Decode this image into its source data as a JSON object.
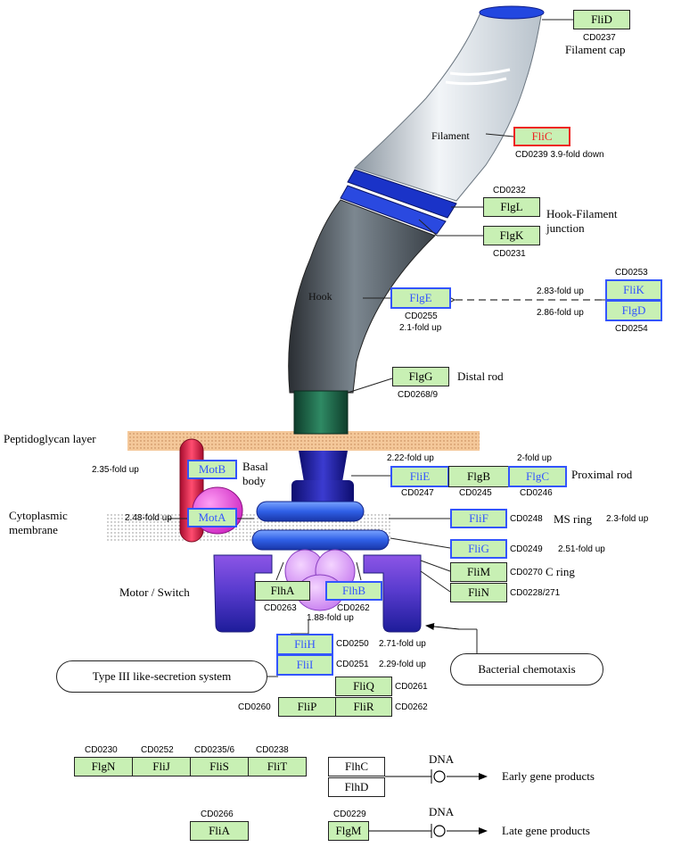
{
  "genes": {
    "flid": "FliD",
    "flic": "FliC",
    "flgl": "FlgL",
    "flgk": "FlgK",
    "flge": "FlgE",
    "flik": "FliK",
    "flgd": "FlgD",
    "flgg": "FlgG",
    "motb": "MotB",
    "mota": "MotA",
    "flie": "FliE",
    "flgb": "FlgB",
    "flgc": "FlgC",
    "flif": "FliF",
    "flig": "FliG",
    "flim": "FliM",
    "flin": "FliN",
    "flha": "FlhA",
    "flhb": "FlhB",
    "flih": "FliH",
    "flii": "FliI",
    "fliq": "FliQ",
    "flip": "FliP",
    "flir": "FliR",
    "flgn": "FlgN",
    "flij": "FliJ",
    "flis": "FliS",
    "flit": "FliT",
    "flhc": "FlhC",
    "flhd": "FlhD",
    "flia": "FliA",
    "flgm": "FlgM"
  },
  "codes": {
    "flid": "CD0237",
    "flic": "CD0239 3.9-fold down",
    "flgl": "CD0232",
    "flgk": "CD0231",
    "flik": "CD0253",
    "flgd": "CD0254",
    "flge": "CD0255",
    "flgg": "CD0268/9",
    "flie": "CD0247",
    "flgb": "CD0245",
    "flgc": "CD0246",
    "flif": "CD0248",
    "flig": "CD0249",
    "flim": "CD0270",
    "flin": "CD0228/271",
    "flha": "CD0263",
    "flhb": "CD0262",
    "flih": "CD0250",
    "flii": "CD0251",
    "fliq": "CD0261",
    "flip": "CD0260",
    "flir": "CD0262",
    "flgn": "CD0230",
    "flij": "CD0252",
    "flis": "CD0235/6",
    "flit": "CD0238",
    "flia": "CD0266",
    "flgm": "CD0229"
  },
  "folds": {
    "flik": "2.83-fold up",
    "flgd": "2.86-fold up",
    "flge": "2.1-fold up",
    "motb": "2.35-fold up",
    "mota": "2.48-fold up",
    "flie": "2.22-fold up",
    "flgc": "2-fold up",
    "flif": "2.3-fold up",
    "flig": "2.51-fold up",
    "flhb": "1.88-fold up",
    "flih": "2.71-fold up",
    "flii": "2.29-fold up"
  },
  "labels": {
    "filament_cap": "Filament cap",
    "filament": "Filament",
    "hook_filament_1": "Hook-Filament",
    "hook_filament_2": "junction",
    "hook": "Hook",
    "distal_rod": "Distal rod",
    "peptidoglycan": "Peptidoglycan layer",
    "basal_1": "Basal",
    "basal_2": "body",
    "proximal_rod": "Proximal rod",
    "cyto_1": "Cytoplasmic",
    "cyto_2": "membrane",
    "ms_ring": "MS ring",
    "c_ring": "C ring",
    "motor_switch": "Motor / Switch",
    "type3": "Type III  like-secretion system",
    "chemotaxis": "Bacterial chemotaxis",
    "dna": "DNA",
    "early": "Early gene products",
    "late": "Late gene products"
  },
  "colors": {
    "gene_fill": "#c8f0b4",
    "highlight_up": "#3355ff",
    "highlight_down": "#ee2222",
    "peptidoglycan": "#f4c89a",
    "distal_rod": "#1e6b4e",
    "ring_blue": "#3d6ef0",
    "c_ring_purple": "#8c55e6",
    "motb_red": "#e0204a",
    "mota_magenta": "#e23ad8"
  }
}
